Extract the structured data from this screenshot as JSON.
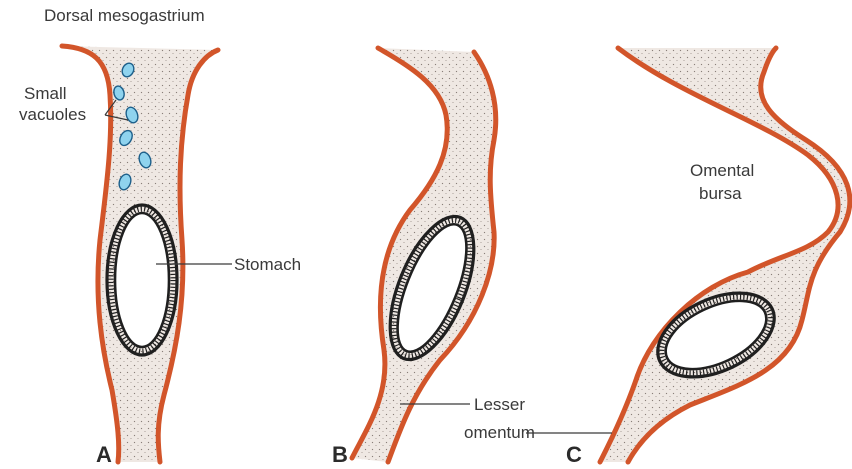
{
  "colors": {
    "peritoneum_edge": "#d2552a",
    "mesentery_fill": "#ede5e0",
    "vacuole_fill": "#8fd3ee",
    "stomach_wall": "#1f1f1f",
    "text": "#3a3a3a"
  },
  "labels": {
    "dorsal_mesogastrium": "Dorsal mesogastrium",
    "small_vacuoles_line1": "Small",
    "small_vacuoles_line2": "vacuoles",
    "stomach": "Stomach",
    "omental_bursa_line1": "Omental",
    "omental_bursa_line2": "bursa",
    "lesser_omentum_line1": "Lesser",
    "lesser_omentum_line2": "omentum"
  },
  "panels": [
    "A",
    "B",
    "C"
  ]
}
